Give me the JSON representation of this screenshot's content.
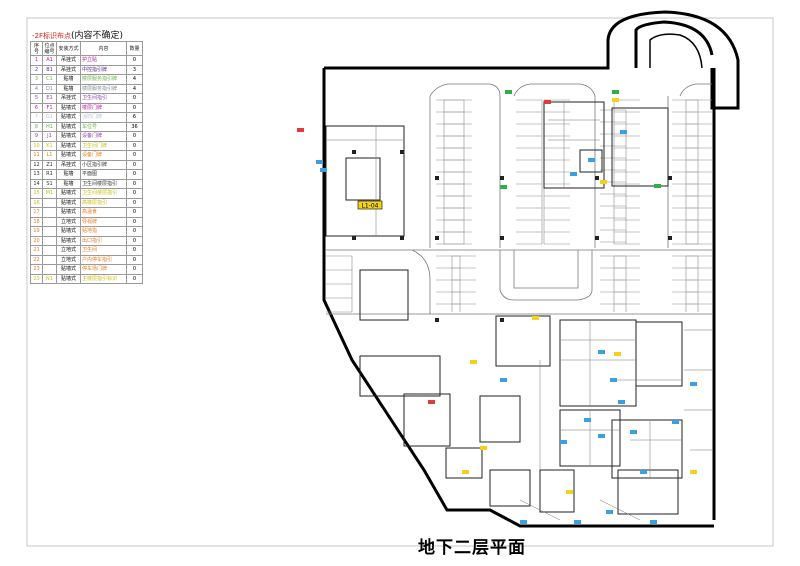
{
  "legend": {
    "title_prefix": "-2F标识布点",
    "title_main": "(内容不确定)",
    "headers": [
      "序号",
      "位点编号",
      "安装方式",
      "内容",
      "数量"
    ],
    "rows": [
      {
        "no": "1",
        "code": "A1",
        "mount": "吊挂式",
        "content": "护立贴",
        "qty": "0",
        "color": "#c0179a"
      },
      {
        "no": "2",
        "code": "B1",
        "mount": "吊挂式",
        "content": "中控指引牌",
        "qty": "3",
        "color": "#5a2a8a"
      },
      {
        "no": "3",
        "code": "C1",
        "mount": "贴墙",
        "content": "楼层服务指引牌",
        "qty": "4",
        "color": "#6ab04c"
      },
      {
        "no": "4",
        "code": "D1",
        "mount": "贴墙",
        "content": "楼层服务指引牌",
        "qty": "4",
        "color": "#7f8c9a"
      },
      {
        "no": "5",
        "code": "E1",
        "mount": "吊挂式",
        "content": "卫生间指引",
        "qty": "0",
        "color": "#8e44ad"
      },
      {
        "no": "6",
        "code": "F1",
        "mount": "贴墙式",
        "content": "楼层门牌",
        "qty": "0",
        "color": "#c0179a"
      },
      {
        "no": "7",
        "code": "G1",
        "mount": "贴墙式",
        "content": "消防门牌",
        "qty": "6",
        "color": "#b5c9d6"
      },
      {
        "no": "8",
        "code": "H1",
        "mount": "贴墙式",
        "content": "车位号",
        "qty": "36",
        "color": "#6ab04c"
      },
      {
        "no": "9",
        "code": "J1",
        "mount": "贴墙式",
        "content": "设备门牌",
        "qty": "0",
        "color": "#8e44ad"
      },
      {
        "no": "10",
        "code": "K1",
        "mount": "贴墙式",
        "content": "卫生间门牌",
        "qty": "0",
        "color": "#c9c01c"
      },
      {
        "no": "11",
        "code": "L1",
        "mount": "贴墙式",
        "content": "设备门牌",
        "qty": "0",
        "color": "#e67e22"
      },
      {
        "no": "12",
        "code": "Z1",
        "mount": "吊挂式",
        "content": "小区指引牌",
        "qty": "0",
        "color": "#333333"
      },
      {
        "no": "13",
        "code": "R1",
        "mount": "贴墙",
        "content": "平面图",
        "qty": "0",
        "color": "#333333"
      },
      {
        "no": "14",
        "code": "S1",
        "mount": "贴墙",
        "content": "卫生间楼层指引",
        "qty": "0",
        "color": "#333333"
      },
      {
        "no": "15",
        "code": "M1",
        "mount": "贴墙式",
        "content": "卫生间楼层指引",
        "qty": "0",
        "color": "#c9c01c"
      },
      {
        "no": "16",
        "code": "",
        "mount": "贴墙式",
        "content": "高楼层指引",
        "qty": "0",
        "color": "#c9c01c"
      },
      {
        "no": "17",
        "code": "",
        "mount": "贴墙式",
        "content": "高温食",
        "qty": "0",
        "color": "#e67e22"
      },
      {
        "no": "18",
        "code": "",
        "mount": "立地式",
        "content": "导视牌",
        "qty": "0",
        "color": "#e67e22"
      },
      {
        "no": "19",
        "code": "",
        "mount": "贴墙式",
        "content": "贴地指",
        "qty": "0",
        "color": "#e67e22"
      },
      {
        "no": "20",
        "code": "",
        "mount": "贴墙式",
        "content": "出口指引",
        "qty": "0",
        "color": "#e67e22"
      },
      {
        "no": "21",
        "code": "",
        "mount": "立地式",
        "content": "卫生间",
        "qty": "0",
        "color": "#e67e22"
      },
      {
        "no": "22",
        "code": "",
        "mount": "立地式",
        "content": "户内停车指引",
        "qty": "0",
        "color": "#e67e22"
      },
      {
        "no": "23",
        "code": "",
        "mount": "贴墙式",
        "content": "停车场门牌",
        "qty": "0",
        "color": "#e67e22"
      },
      {
        "no": "23",
        "code": "N1",
        "mount": "贴墙式",
        "content": "主楼层指引标识",
        "qty": "0",
        "color": "#c9c01c"
      }
    ]
  },
  "plan": {
    "title": "地下二层平面",
    "tag_label": "L1-04",
    "colors": {
      "wall": "#000000",
      "line": "#6b6b6b",
      "sign_blue": "#3aa0e0",
      "sign_green": "#2fae4a",
      "sign_yellow": "#f2d21a",
      "sign_red": "#e03a3a"
    }
  }
}
